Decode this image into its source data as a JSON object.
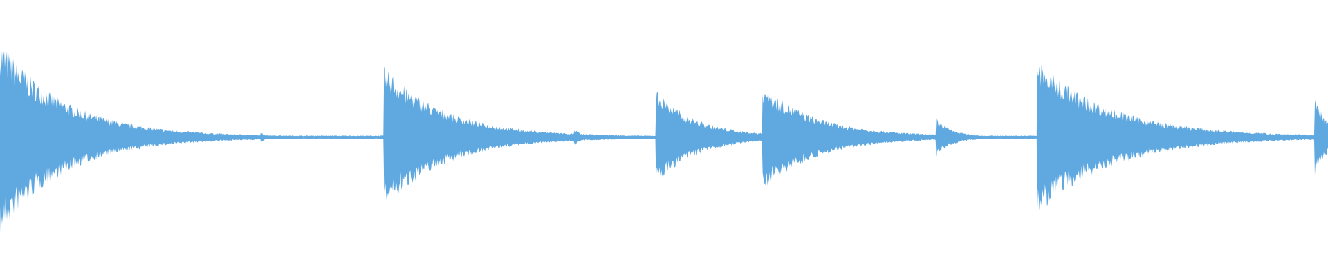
{
  "waveform": {
    "color": "#5fa8e0",
    "background": "#ffffff",
    "transients": [
      {
        "t": 0.0,
        "amp": 0.62,
        "decay": 0.048,
        "kind": "strike"
      },
      {
        "t": 0.137,
        "amp": 0.035,
        "decay": 0.004,
        "kind": "blip"
      },
      {
        "t": 0.196,
        "amp": 0.03,
        "decay": 0.004,
        "kind": "blip"
      },
      {
        "t": 0.289,
        "amp": 0.46,
        "decay": 0.045,
        "kind": "strike"
      },
      {
        "t": 0.432,
        "amp": 0.055,
        "decay": 0.005,
        "kind": "blip"
      },
      {
        "t": 0.494,
        "amp": 0.3,
        "decay": 0.03,
        "kind": "strike"
      },
      {
        "t": 0.574,
        "amp": 0.34,
        "decay": 0.04,
        "kind": "strike"
      },
      {
        "t": 0.705,
        "amp": 0.12,
        "decay": 0.012,
        "kind": "strike"
      },
      {
        "t": 0.781,
        "amp": 0.5,
        "decay": 0.055,
        "kind": "strike"
      },
      {
        "t": 0.99,
        "amp": 0.25,
        "decay": 0.01,
        "kind": "strike"
      }
    ],
    "noise_floor": 0.012
  }
}
